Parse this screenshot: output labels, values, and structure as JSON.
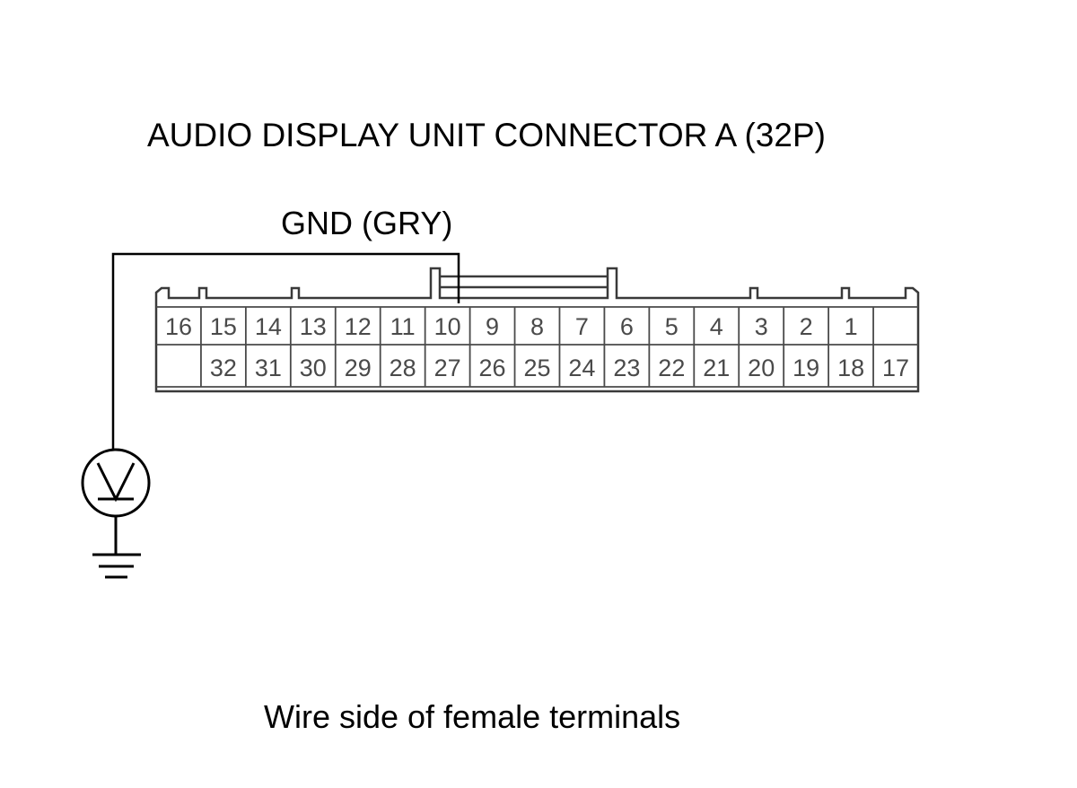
{
  "title": "AUDIO DISPLAY UNIT CONNECTOR A (32P)",
  "wire_label": "GND (GRY)",
  "caption": "Wire side of female terminals",
  "connector": {
    "top_row": [
      "16",
      "15",
      "14",
      "13",
      "12",
      "11",
      "10",
      "9",
      "8",
      "7",
      "6",
      "5",
      "4",
      "3",
      "2",
      "1",
      ""
    ],
    "bottom_row": [
      "",
      "32",
      "31",
      "30",
      "29",
      "28",
      "27",
      "26",
      "25",
      "24",
      "23",
      "22",
      "21",
      "20",
      "19",
      "18",
      "17"
    ],
    "probe_terminal": "10"
  },
  "meter": {
    "icon": "voltmeter-icon",
    "ground_icon": "ground-icon"
  }
}
